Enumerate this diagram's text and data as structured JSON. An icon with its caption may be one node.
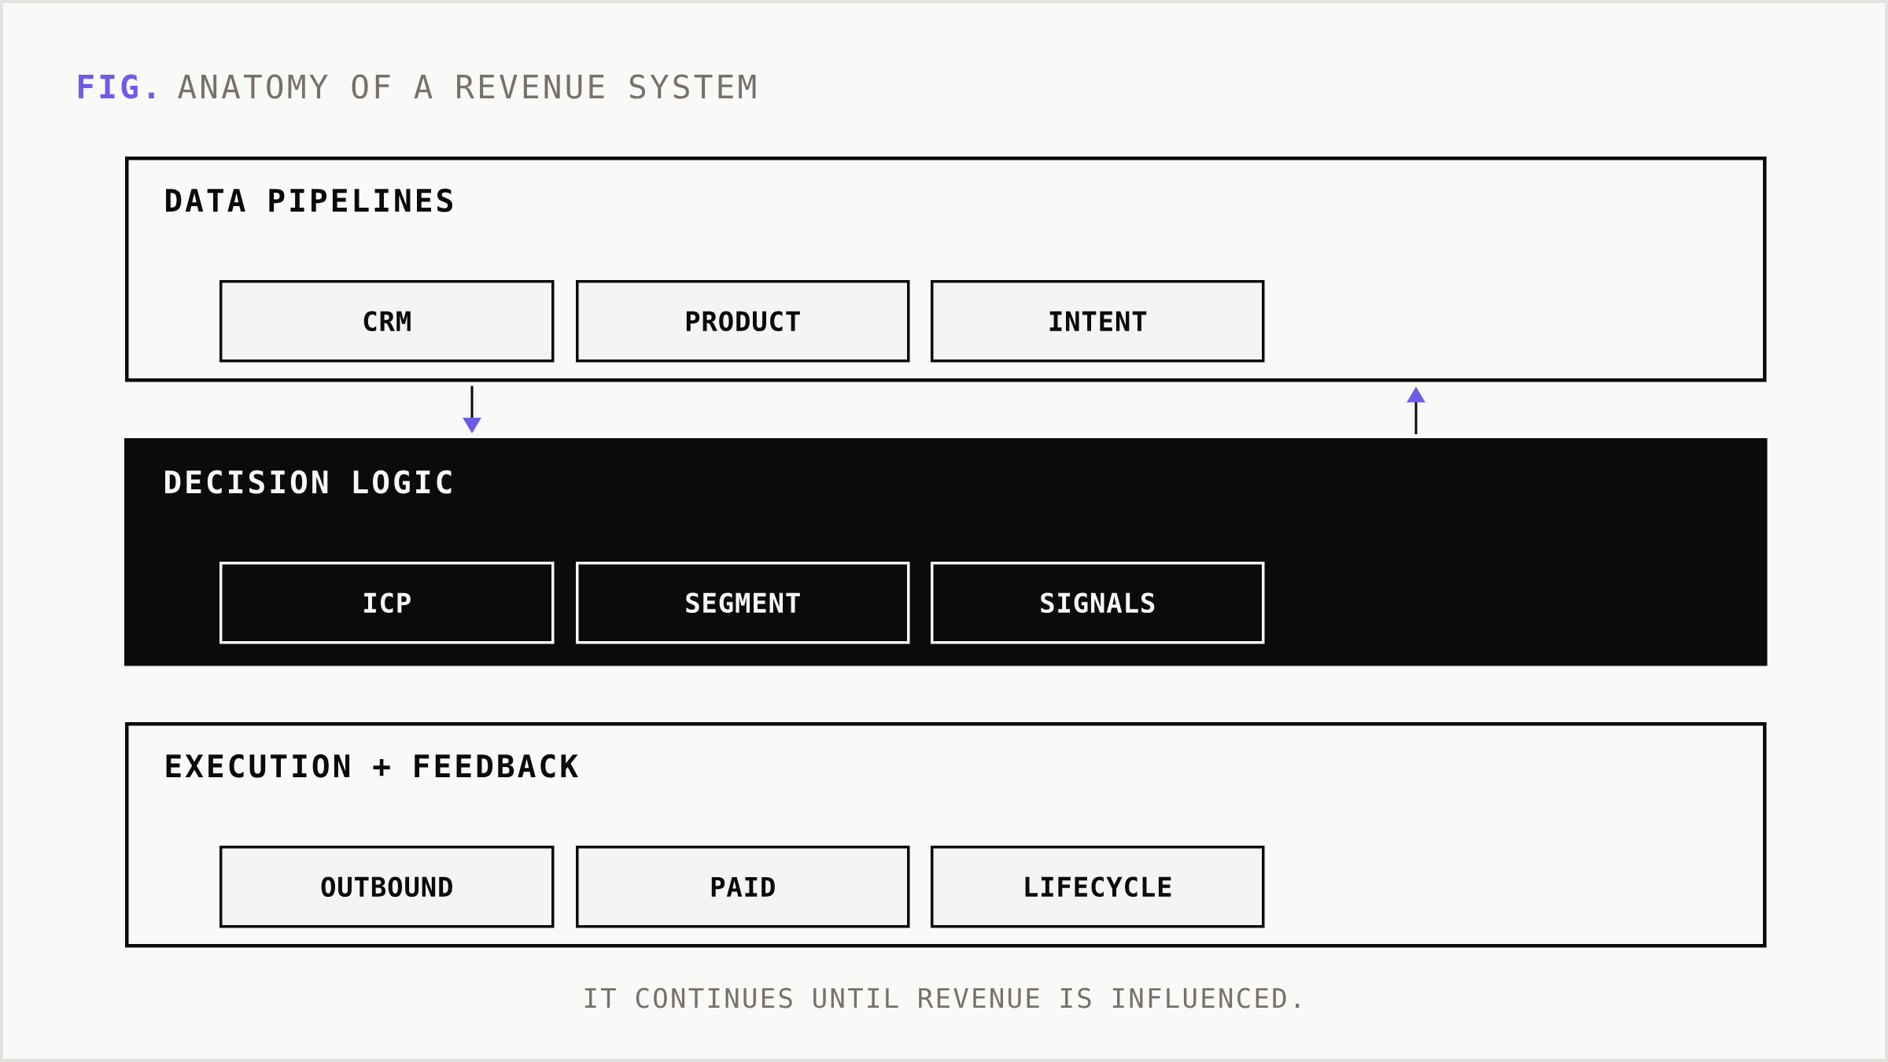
{
  "diagram": {
    "title": "ANATOMY OF A REVENUE SYSTEM",
    "caption": "IT CONTINUES UNTIL REVENUE IS INFLUENCED.",
    "nodes": [
      {
        "text": [
          "DATA PIPELINES"
        ]
      },
      {
        "text": [
          "CRM"
        ],
        "in": 0
      },
      {
        "text": [
          "PRODUCT"
        ],
        "in": 0
      },
      {
        "text": [
          "INTENT"
        ],
        "in": 0
      },
      {
        "text": [
          "DECISION LOGIC"
        ]
      },
      {
        "text": [
          "ICP"
        ],
        "in": 4
      },
      {
        "text": [
          "SEGMENT"
        ],
        "in": 4
      },
      {
        "text": [
          "SIGNALS"
        ],
        "in": 4
      },
      {
        "text": [
          "EXECUTION + FEEDBACK"
        ]
      },
      {
        "text": [
          "OUTBOUND"
        ],
        "in": 8
      },
      {
        "text": [
          "PAID"
        ],
        "in": 8
      },
      {
        "text": [
          "LIFECYCLE"
        ],
        "in": 8
      }
    ],
    "edges": [
      {
        "from": 0,
        "to": 4,
        "arrow": "to"
      },
      {
        "from": 4,
        "to": 0,
        "arrow": "to"
      }
    ],
    "labels": [
      "FIG."
    ]
  }
}
